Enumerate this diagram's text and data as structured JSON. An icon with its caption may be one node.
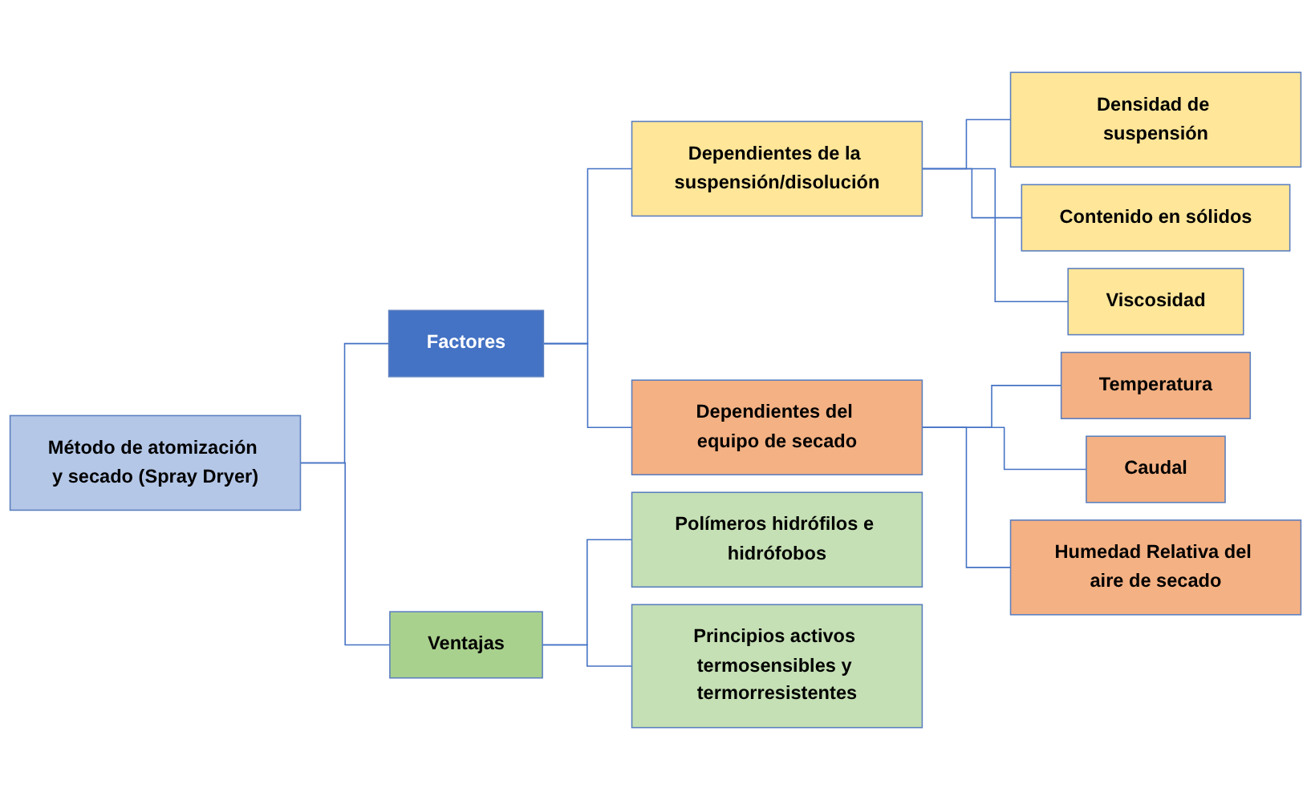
{
  "diagram": {
    "nodes": [
      {
        "text": [
          "Método de atomización y secado (Spray Dryer)"
        ]
      },
      {
        "text": [
          "Factores"
        ]
      },
      {
        "text": [
          "Dependientes de la suspensión/disolución"
        ]
      },
      {
        "text": [
          "Densidad de suspensión"
        ]
      },
      {
        "text": [
          "Contenido en sólidos"
        ]
      },
      {
        "text": [
          "Viscosidad"
        ]
      },
      {
        "text": [
          "Dependientes del equipo de secado"
        ]
      },
      {
        "text": [
          "Temperatura"
        ]
      },
      {
        "text": [
          "Caudal"
        ]
      },
      {
        "text": [
          "Humedad Relativa del aire de secado"
        ]
      },
      {
        "text": [
          "Ventajas"
        ]
      },
      {
        "text": [
          "Polímeros hidrófilos e hidrófobos"
        ]
      },
      {
        "text": [
          "Principios activos termosensibles y termorresistentes"
        ]
      }
    ],
    "edges": [
      {
        "from": 0,
        "to": 1,
        "arrow": "none"
      },
      {
        "from": 0,
        "to": 10,
        "arrow": "none"
      },
      {
        "from": 1,
        "to": 2,
        "arrow": "none"
      },
      {
        "from": 1,
        "to": 6,
        "arrow": "none"
      },
      {
        "from": 2,
        "to": 3,
        "arrow": "none"
      },
      {
        "from": 2,
        "to": 4,
        "arrow": "none"
      },
      {
        "from": 2,
        "to": 5,
        "arrow": "none"
      },
      {
        "from": 6,
        "to": 7,
        "arrow": "none"
      },
      {
        "from": 6,
        "to": 8,
        "arrow": "none"
      },
      {
        "from": 6,
        "to": 9,
        "arrow": "none"
      },
      {
        "from": 10,
        "to": 11,
        "arrow": "none"
      },
      {
        "from": 10,
        "to": 12,
        "arrow": "none"
      }
    ]
  }
}
